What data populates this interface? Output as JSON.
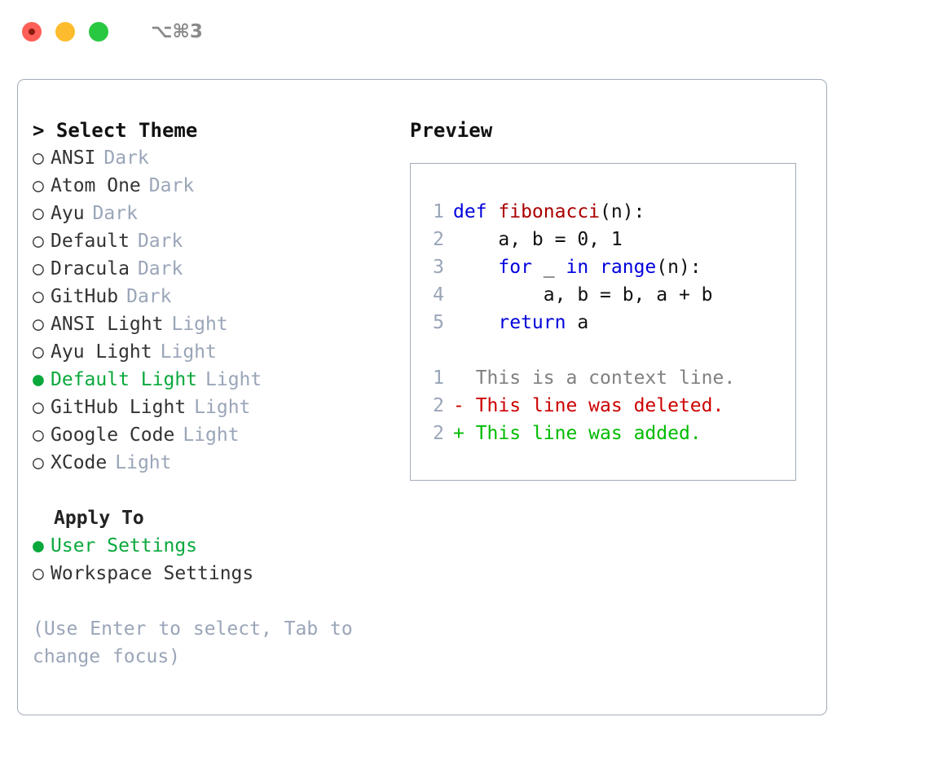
{
  "titlebar": {
    "shortcut": "⌥⌘3",
    "buttons": [
      {
        "name": "close",
        "color": "#ff5f57"
      },
      {
        "name": "minimize",
        "color": "#fdbc2e"
      },
      {
        "name": "maximize",
        "color": "#28c840"
      }
    ]
  },
  "theme_panel": {
    "title": "> Select Theme",
    "bullet_unselected": "○",
    "bullet_selected": "●",
    "options": [
      {
        "label": "ANSI",
        "tag": "Dark",
        "selected": false
      },
      {
        "label": "Atom One",
        "tag": "Dark",
        "selected": false
      },
      {
        "label": "Ayu",
        "tag": "Dark",
        "selected": false
      },
      {
        "label": "Default",
        "tag": "Dark",
        "selected": false
      },
      {
        "label": "Dracula",
        "tag": "Dark",
        "selected": false
      },
      {
        "label": "GitHub",
        "tag": "Dark",
        "selected": false
      },
      {
        "label": "ANSI Light",
        "tag": "Light",
        "selected": false
      },
      {
        "label": "Ayu Light",
        "tag": "Light",
        "selected": false
      },
      {
        "label": "Default Light",
        "tag": "Light",
        "selected": true
      },
      {
        "label": "GitHub Light",
        "tag": "Light",
        "selected": false
      },
      {
        "label": "Google Code",
        "tag": "Light",
        "selected": false
      },
      {
        "label": "XCode",
        "tag": "Light",
        "selected": false
      }
    ]
  },
  "apply_to": {
    "title": "Apply To",
    "options": [
      {
        "label": "User Settings",
        "selected": true
      },
      {
        "label": "Workspace Settings",
        "selected": false
      }
    ]
  },
  "hint": "(Use Enter to select, Tab to change focus)",
  "preview": {
    "title": "Preview",
    "code_lines": [
      {
        "no": "1",
        "tokens": [
          {
            "t": "def ",
            "c": "kw"
          },
          {
            "t": "fibonacci",
            "c": "fn"
          },
          {
            "t": "(n):",
            "c": "pl"
          }
        ]
      },
      {
        "no": "2",
        "tokens": [
          {
            "t": "    a, b = 0, 1",
            "c": "pl"
          }
        ]
      },
      {
        "no": "3",
        "tokens": [
          {
            "t": "    ",
            "c": "pl"
          },
          {
            "t": "for",
            "c": "kw"
          },
          {
            "t": " _ ",
            "c": "pl"
          },
          {
            "t": "in range",
            "c": "kw"
          },
          {
            "t": "(n):",
            "c": "pl"
          }
        ]
      },
      {
        "no": "4",
        "tokens": [
          {
            "t": "        a, b = b, a + b",
            "c": "pl"
          }
        ]
      },
      {
        "no": "5",
        "tokens": [
          {
            "t": "    ",
            "c": "pl"
          },
          {
            "t": "return",
            "c": "kw"
          },
          {
            "t": " a",
            "c": "pl"
          }
        ]
      }
    ],
    "diff_lines": [
      {
        "no": "1",
        "marker": " ",
        "text": " This is a context line.",
        "kind": "ctx"
      },
      {
        "no": "2",
        "marker": "-",
        "text": " This line was deleted.",
        "kind": "del"
      },
      {
        "no": "2",
        "marker": "+",
        "text": " This line was added.",
        "kind": "add"
      }
    ]
  },
  "colors": {
    "accent_green": "#0aa83c",
    "muted": "#9aa5b8",
    "border": "#a3acba",
    "keyword": "#0000dd",
    "function": "#aa0000",
    "diff_add": "#00bb00",
    "diff_del": "#cc0000"
  }
}
